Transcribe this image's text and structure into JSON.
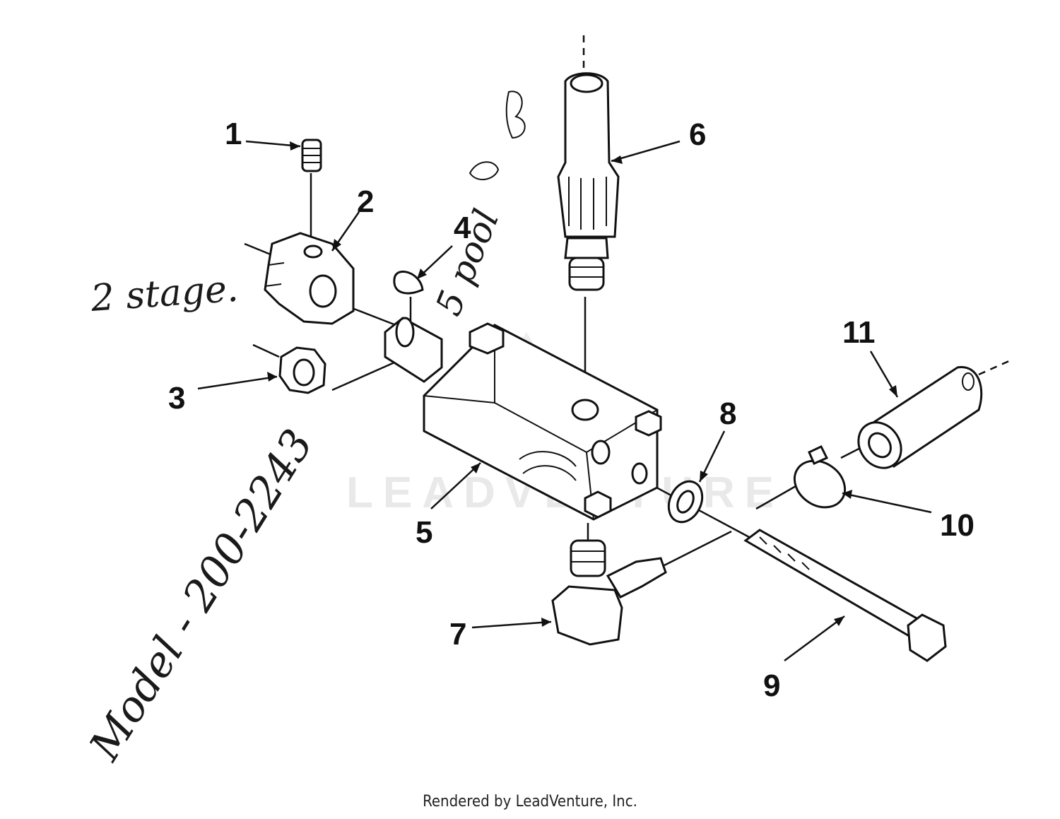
{
  "callouts": [
    {
      "id": "1",
      "label": "1"
    },
    {
      "id": "2",
      "label": "2"
    },
    {
      "id": "3",
      "label": "3"
    },
    {
      "id": "4",
      "label": "4"
    },
    {
      "id": "5",
      "label": "5"
    },
    {
      "id": "6",
      "label": "6"
    },
    {
      "id": "7",
      "label": "7"
    },
    {
      "id": "8",
      "label": "8"
    },
    {
      "id": "9",
      "label": "9"
    },
    {
      "id": "10",
      "label": "10"
    },
    {
      "id": "11",
      "label": "11"
    }
  ],
  "handwritten": {
    "two_stage": "2 stage.",
    "spool": "5 pool",
    "model": "Model - 200-2243"
  },
  "watermark": "LEADVENTURE",
  "footer": "Rendered by LeadVenture, Inc."
}
